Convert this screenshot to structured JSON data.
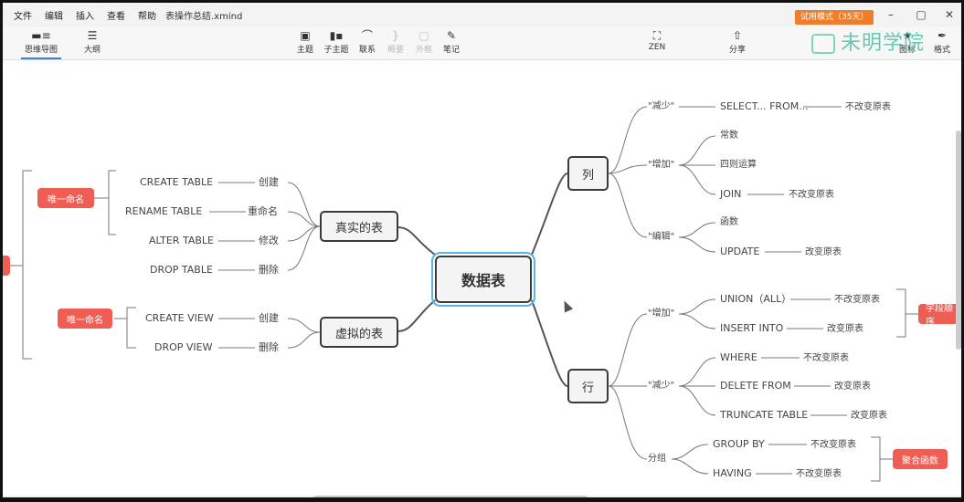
{
  "menu": {
    "items": [
      "文件",
      "编辑",
      "插入",
      "查看",
      "帮助"
    ],
    "doc_title": "表操作总结.xmind",
    "trial": "试用模式（35天）"
  },
  "window_controls": {
    "min": "–",
    "max": "▢",
    "close": "✕"
  },
  "toolbar": {
    "mindmap": "思维导图",
    "outline": "大纲",
    "topic": "主题",
    "subtopic": "子主题",
    "relation": "联系",
    "summary": "概要",
    "boundary": "外框",
    "note": "笔记",
    "zen": "ZEN",
    "share": "分享",
    "icon": "图标",
    "format": "格式"
  },
  "watermark": "未明学院",
  "map": {
    "center": "数据表",
    "real_table": {
      "label": "真实的表",
      "tag": "唯一命名",
      "items": [
        {
          "cmd": "CREATE TABLE",
          "desc": "创建"
        },
        {
          "cmd": "RENAME TABLE",
          "desc": "重命名"
        },
        {
          "cmd": "ALTER TABLE",
          "desc": "修改"
        },
        {
          "cmd": "DROP TABLE",
          "desc": "删除"
        }
      ]
    },
    "virtual_table": {
      "label": "虚拟的表",
      "tag": "唯一命名",
      "items": [
        {
          "cmd": "CREATE VIEW",
          "desc": "创建"
        },
        {
          "cmd": "DROP VIEW",
          "desc": "删除"
        }
      ]
    },
    "column": {
      "label": "列",
      "reduce": {
        "label": "\"减少\"",
        "cmd": "SELECT... FROM...",
        "note": "不改变原表"
      },
      "add": {
        "label": "\"增加\"",
        "items": [
          "常数",
          "四则运算",
          "JOIN"
        ],
        "join_note": "不改变原表"
      },
      "edit": {
        "label": "\"编辑\"",
        "items": [
          "函数",
          "UPDATE"
        ],
        "update_note": "改变原表"
      }
    },
    "row": {
      "label": "行",
      "add": {
        "label": "\"增加\"",
        "items": [
          {
            "cmd": "UNION（ALL）",
            "note": "不改变原表"
          },
          {
            "cmd": "INSERT INTO",
            "note": "改变原表"
          }
        ],
        "tag": "字段顺序"
      },
      "reduce": {
        "label": "\"减少\"",
        "items": [
          {
            "cmd": "WHERE",
            "note": "不改变原表"
          },
          {
            "cmd": "DELETE FROM",
            "note": "改变原表"
          },
          {
            "cmd": "TRUNCATE TABLE",
            "note": "改变原表"
          }
        ]
      },
      "group": {
        "label": "分组",
        "items": [
          {
            "cmd": "GROUP BY",
            "note": "不改变原表"
          },
          {
            "cmd": "HAVING",
            "note": "不改变原表"
          }
        ],
        "tag": "聚合函数"
      }
    }
  }
}
